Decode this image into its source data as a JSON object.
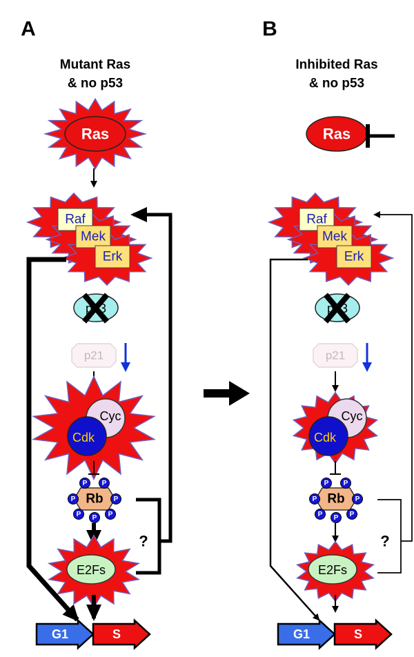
{
  "panels": {
    "a": {
      "letter": "A",
      "title_line1": "Mutant Ras",
      "title_line2": "& no p53",
      "ras": "Ras",
      "raf": "Raf",
      "mek": "Mek",
      "erk": "Erk",
      "p53": "p53",
      "p21": "p21",
      "cyc": "Cyc",
      "cdk": "Cdk",
      "rb": "Rb",
      "phospho": "P",
      "e2fs": "E2Fs",
      "question": "?",
      "g1": "G1",
      "s": "S"
    },
    "b": {
      "letter": "B",
      "title_line1": "Inhibited Ras",
      "title_line2": "& no p53",
      "ras": "Ras",
      "raf": "Raf",
      "mek": "Mek",
      "erk": "Erk",
      "p53": "p53",
      "p21": "p21",
      "cyc": "Cyc",
      "cdk": "Cdk",
      "rb": "Rb",
      "phospho": "P",
      "e2fs": "E2Fs",
      "question": "?",
      "g1": "G1",
      "s": "S"
    }
  },
  "colors": {
    "burst_red": "#ee1111",
    "burst_stroke": "#6b5fc0",
    "ras_red": "#e81010",
    "kinase_box": "#ffe07a",
    "raf_box": "#ffffc8",
    "kinase_text": "#1a22b8",
    "p53_fill": "#a6eeee",
    "p21_fill": "#fbf2f5",
    "p21_text": "#c5b5bb",
    "down_arrow": "#1033dd",
    "cdk_blue": "#1010cc",
    "cdk_text": "#ffd000",
    "cyc_fill": "#ecd9ee",
    "rb_fill": "#f3b688",
    "phospho_blue": "#1616d8",
    "e2f_fill": "#c9f2c2",
    "g1_blue": "#3a6ee8",
    "s_red": "#ee1111"
  }
}
